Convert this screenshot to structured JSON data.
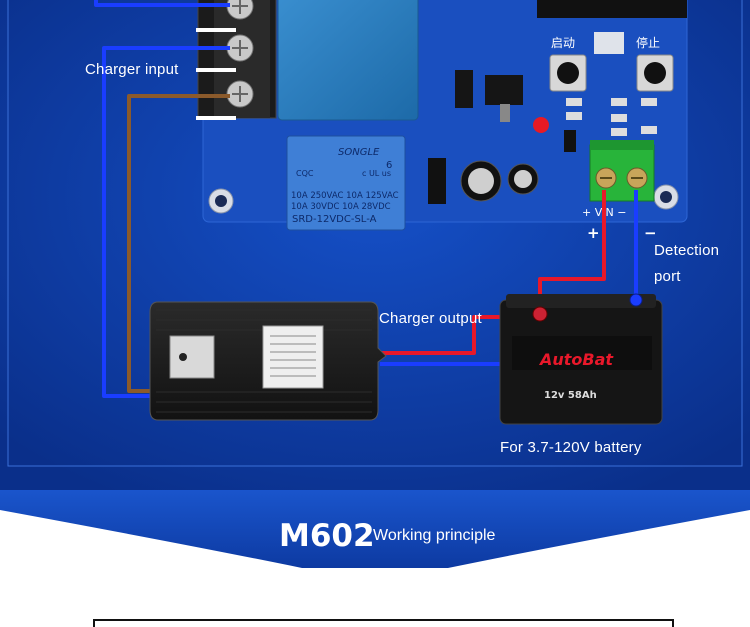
{
  "labels": {
    "charger_input": "Charger input",
    "charger_output": "Charger output",
    "detection_line1": "Detection",
    "detection_line2": "port",
    "battery_range": "For 3.7-120V battery",
    "vin_plus": "+",
    "vin_minus": "−",
    "vin_text": "+ VIN −"
  },
  "pcb": {
    "btn_start": "启动",
    "btn_stop": "停止",
    "relay_brand": "SONGLE",
    "relay_line1": "10A 250VAC  10A 125VAC",
    "relay_line2": "10A  30VDC  10A  28VDC",
    "relay_model": "SRD-12VDC-SL-A",
    "relay_num": "6",
    "cqc": "CQC",
    "ul": "c UL us"
  },
  "battery": {
    "brand": "AutoBat",
    "spec": "12v 58Ah"
  },
  "banner": {
    "title": "M602",
    "subtitle": "Working principle"
  },
  "colors": {
    "background": "#0a3aa0",
    "panel": "#0d44b8",
    "banner": "#1046bb",
    "wire_red": "#e8182a",
    "wire_blue": "#1a3dff",
    "wire_brown": "#8b5a2b",
    "wire_white": "#ffffff"
  }
}
